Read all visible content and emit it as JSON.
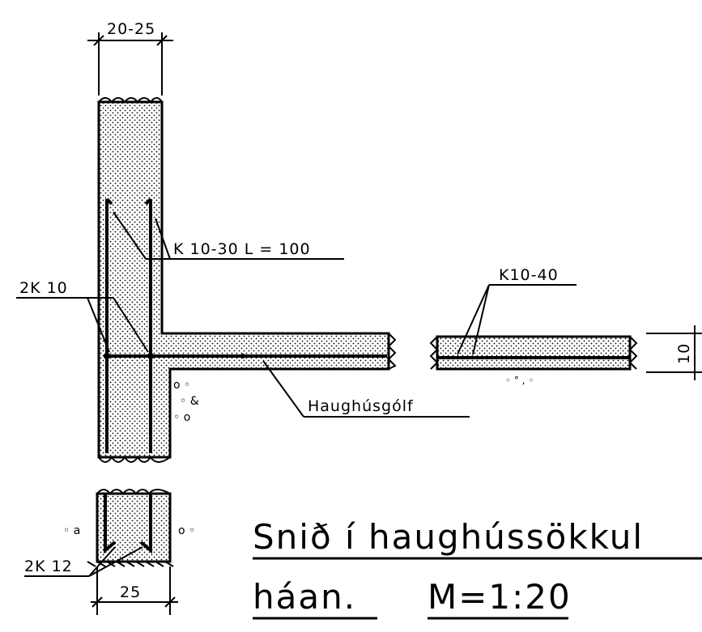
{
  "labels": {
    "top_width": "20-25",
    "stirrup_wall": "K 10-30  L = 100",
    "bars_wall": "2K 10",
    "slab_mesh": "K10-40",
    "slab_thickness": "10",
    "floor_name": "Haughúsgólf",
    "bars_footing": "2K 12",
    "bottom_width": "25"
  },
  "title": {
    "line1": "Snið í haughússökkul",
    "line2_a": "háan.",
    "line2_b": "M=1:20"
  }
}
